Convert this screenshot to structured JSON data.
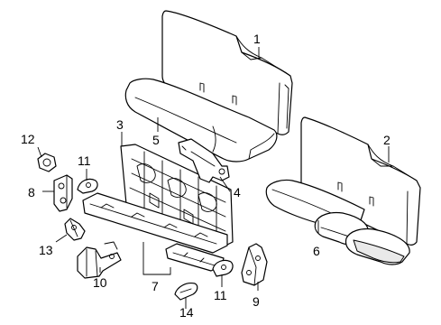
{
  "callouts": [
    {
      "id": "1",
      "label": "1"
    },
    {
      "id": "2",
      "label": "2"
    },
    {
      "id": "3",
      "label": "3"
    },
    {
      "id": "4",
      "label": "4"
    },
    {
      "id": "5",
      "label": "5"
    },
    {
      "id": "6",
      "label": "6"
    },
    {
      "id": "7",
      "label": "7"
    },
    {
      "id": "8",
      "label": "8"
    },
    {
      "id": "9",
      "label": "9"
    },
    {
      "id": "10",
      "label": "10"
    },
    {
      "id": "11a",
      "label": "11"
    },
    {
      "id": "11b",
      "label": "11"
    },
    {
      "id": "12",
      "label": "12"
    },
    {
      "id": "13",
      "label": "13"
    },
    {
      "id": "14",
      "label": "14"
    }
  ]
}
